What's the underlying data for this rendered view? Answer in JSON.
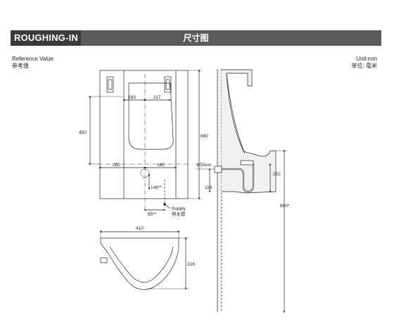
{
  "header": {
    "title_en": "ROUGHING-IN",
    "title_cn": "尺寸图"
  },
  "reference": {
    "label": "Reference Value",
    "label_cn": "参考值"
  },
  "unit": {
    "label": "Unit:mm",
    "label_cn": "单位: 毫米"
  },
  "front_view": {
    "dim_183": "183",
    "dim_117": "117",
    "dim_450": "450",
    "dim_680": "680",
    "dim_250": "250",
    "dim_160": "160",
    "dim_148": "148**",
    "dim_85": "85**",
    "supply_label": "Supply",
    "supply_label_cn": "供水管"
  },
  "side_view": {
    "dim_outlet": "Φ50ext",
    "dim_252": "252",
    "dim_116": "116",
    "dim_600": "600*"
  },
  "top_view": {
    "dim_410": "410",
    "dim_316": "316"
  },
  "colors": {
    "header_dark": "#3a3a3a",
    "header_mid": "#5b5b5b",
    "line": "#222222",
    "wall_fill": "#f1f1f1"
  }
}
